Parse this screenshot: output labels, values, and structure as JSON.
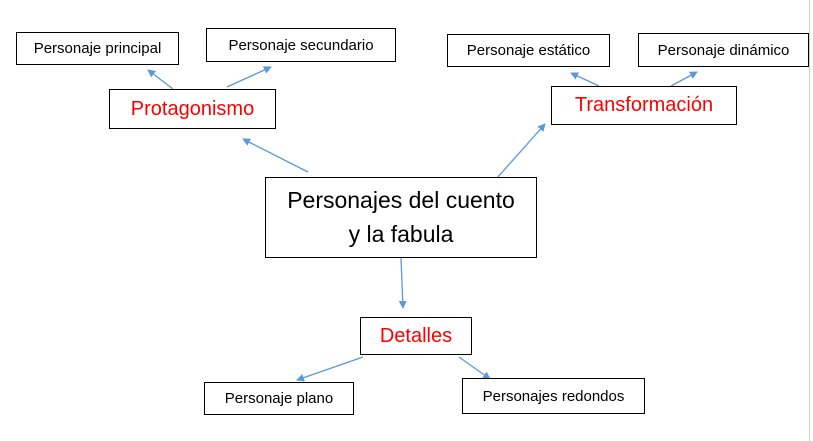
{
  "diagram": {
    "root": {
      "line1": "Personajes del cuento",
      "line2": "y la fabula"
    },
    "protagonismo": {
      "label": "Protagonismo",
      "children": [
        "Personaje principal",
        "Personaje secundario"
      ]
    },
    "transformacion": {
      "label": "Transformación",
      "children": [
        "Personaje estático",
        "Personaje dinámico"
      ]
    },
    "detalles": {
      "label": "Detalles",
      "children": [
        "Personaje plano",
        "Personajes redondos"
      ]
    },
    "colors": {
      "category_text": "#ff0000",
      "arrow": "#5b9bd5",
      "border": "#000000"
    }
  }
}
